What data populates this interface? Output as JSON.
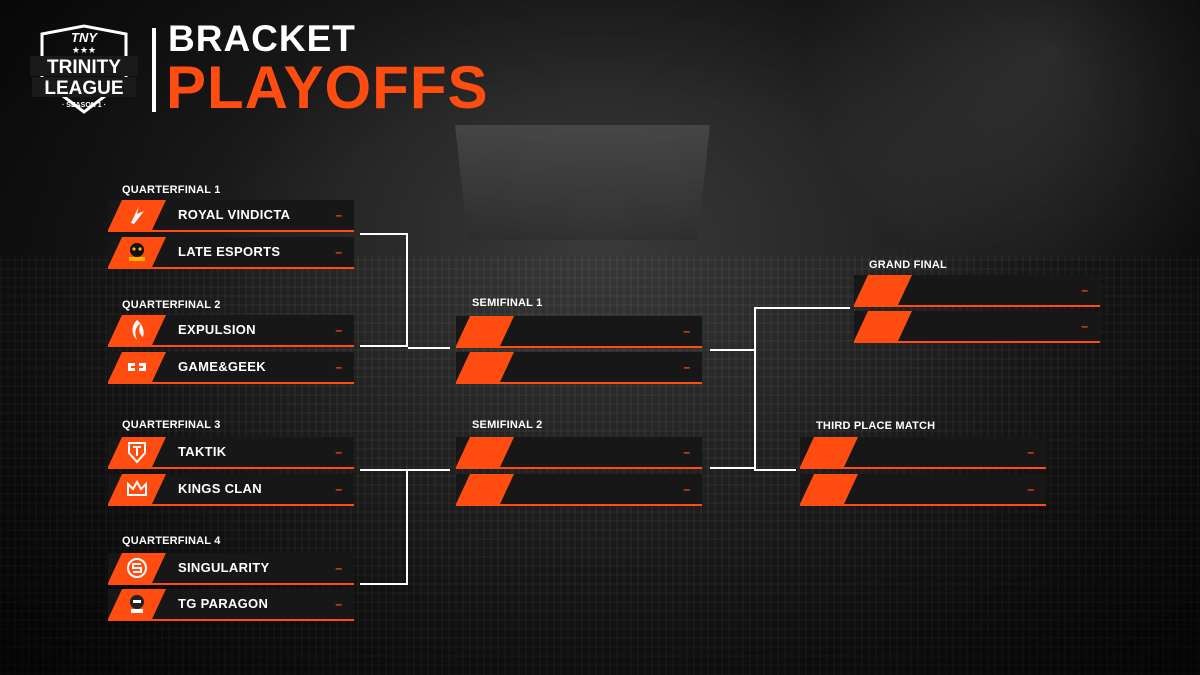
{
  "header": {
    "logo": {
      "mark": "TNY",
      "stars": "★★★",
      "line1": "TRINITY",
      "line2": "LEAGUE",
      "line3": "· SEASON 1 ·"
    },
    "title_top": "BRACKET",
    "title_main": "PLAYOFFS"
  },
  "colors": {
    "accent": "#ff4d12",
    "slot_bg": "#171717",
    "text": "#ffffff"
  },
  "bracket": {
    "quarterfinals": [
      {
        "label": "QUARTERFINAL 1",
        "teams": [
          {
            "name": "ROYAL VINDICTA",
            "score": "–",
            "icon": "royal-vindicta-logo-icon"
          },
          {
            "name": "LATE ESPORTS",
            "score": "–",
            "icon": "late-esports-logo-icon"
          }
        ]
      },
      {
        "label": "QUARTERFINAL 2",
        "teams": [
          {
            "name": "EXPULSION",
            "score": "–",
            "icon": "expulsion-logo-icon"
          },
          {
            "name": "GAME&GEEK",
            "score": "–",
            "icon": "game-geek-logo-icon"
          }
        ]
      },
      {
        "label": "QUARTERFINAL 3",
        "teams": [
          {
            "name": "TAKTIK",
            "score": "–",
            "icon": "taktik-logo-icon"
          },
          {
            "name": "KINGS CLAN",
            "score": "–",
            "icon": "kings-clan-logo-icon"
          }
        ]
      },
      {
        "label": "QUARTERFINAL 4",
        "teams": [
          {
            "name": "SINGULARITY",
            "score": "–",
            "icon": "singularity-logo-icon"
          },
          {
            "name": "TG PARAGON",
            "score": "–",
            "icon": "tg-paragon-logo-icon"
          }
        ]
      }
    ],
    "semifinals": [
      {
        "label": "SEMIFINAL 1",
        "teams": [
          {
            "name": "",
            "score": "–"
          },
          {
            "name": "",
            "score": "–"
          }
        ]
      },
      {
        "label": "SEMIFINAL 2",
        "teams": [
          {
            "name": "",
            "score": "–"
          },
          {
            "name": "",
            "score": "–"
          }
        ]
      }
    ],
    "grand_final": {
      "label": "GRAND FINAL",
      "teams": [
        {
          "name": "",
          "score": "–"
        },
        {
          "name": "",
          "score": "–"
        }
      ]
    },
    "third_place": {
      "label": "THIRD PLACE MATCH",
      "teams": [
        {
          "name": "",
          "score": "–"
        },
        {
          "name": "",
          "score": "–"
        }
      ]
    }
  }
}
